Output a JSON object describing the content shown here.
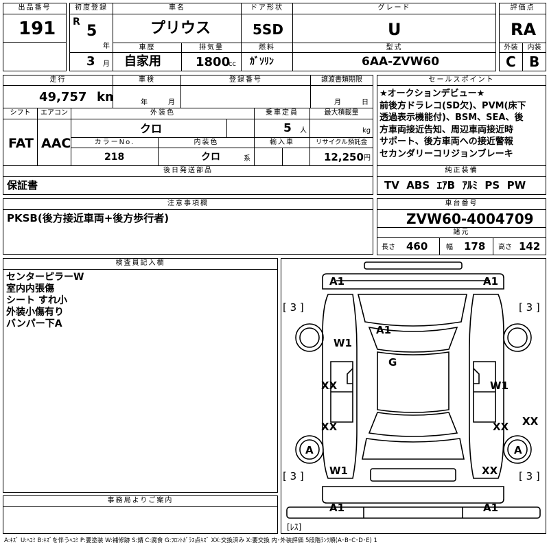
{
  "lot": {
    "label": "出品番号",
    "value": "191"
  },
  "first_reg": {
    "label": "初度登録",
    "era": "R",
    "year": "5",
    "year_unit": "年",
    "month": "3",
    "month_unit": "月"
  },
  "car_name": {
    "label": "車名",
    "value": "プリウス"
  },
  "door": {
    "label": "ドア形状",
    "value": "5SD"
  },
  "grade": {
    "label": "グレード",
    "value": "U"
  },
  "score": {
    "label": "評価点",
    "value": "RA"
  },
  "history": {
    "label": "車歴",
    "value": "自家用"
  },
  "displacement": {
    "label": "排気量",
    "value": "1800",
    "unit": "cc"
  },
  "fuel": {
    "label": "燃料",
    "value": "ｶﾞｿﾘﾝ"
  },
  "model": {
    "label": "型式",
    "value": "6AA-ZVW60"
  },
  "exterior_score": {
    "label": "外装",
    "value": "C"
  },
  "interior_score": {
    "label": "内装",
    "value": "B"
  },
  "mileage": {
    "label": "走行",
    "value": "49,757",
    "unit": "km"
  },
  "inspection": {
    "label": "車検",
    "year_unit": "年",
    "month_unit": "月"
  },
  "reg_no": {
    "label": "登録番号"
  },
  "transfer_doc": {
    "label": "譲渡書類期限",
    "month_unit": "月",
    "day_unit": "日"
  },
  "sales_points": {
    "label": "セールスポイント",
    "lines": [
      "★オークションデビュー★",
      "前後方ドラレコ(SD欠)、PVM(床下",
      "透過表示機能付)、BSM、SEA、後",
      "方車両接近告知、周辺車両接近時",
      "サポート、後方車両への接近警報",
      "セカンダリーコリジョンブレーキ"
    ]
  },
  "shift": {
    "label": "シフト",
    "value": "FAT"
  },
  "aircon": {
    "label": "エアコン",
    "value": "AAC"
  },
  "ext_color": {
    "label": "外装色",
    "value": "クロ"
  },
  "capacity": {
    "label": "乗車定員",
    "value": "5",
    "unit": "人"
  },
  "max_load": {
    "label": "最大積載量",
    "unit": "kg"
  },
  "color_no": {
    "label": "カラーNo.",
    "value": "218"
  },
  "int_color": {
    "label": "内装色",
    "value": "クロ",
    "unit": "系"
  },
  "import": {
    "label": "輸入車"
  },
  "recycle": {
    "label": "リサイクル預託金",
    "value": "12,250",
    "unit": "円"
  },
  "later_parts": {
    "label": "後日発送部品",
    "value": "保証書"
  },
  "equipment": {
    "label": "純正装備",
    "value": "TV  ABS  ｴｱB  ｱﾙﾐ  PS  PW"
  },
  "caution": {
    "label": "注意事項欄",
    "value": "PKSB(後方接近車両+後方歩行者)"
  },
  "chassis": {
    "label": "車台番号",
    "value": "ZVW60-4004709"
  },
  "dims": {
    "label": "諸元",
    "length_label": "長さ",
    "length": "460",
    "width_label": "幅",
    "width": "178",
    "height_label": "高さ",
    "height": "142"
  },
  "inspector": {
    "label": "検査員記入欄",
    "lines": [
      "センターピラーW",
      "室内内張傷",
      "シート すれ小",
      "外装小傷有り",
      "バンパー下A"
    ]
  },
  "office": {
    "label": "事務局よりご案内"
  },
  "legend": "A:ｷｽﾞ U:ﾍｺﾐ B:ｷｽﾞを伴うﾍｺﾐ P:要塗装 W:補修跡 S:錆 C:腐食 G:ﾌﾛﾝﾄｶﾞﾗｽ点ｷｽﾞ XX:交換済み X:要交換  内･外装評価  5段階ﾗﾝｸ順(A･B･C･D･E) 1",
  "diagram": {
    "marks": {
      "a1_tl": "A1",
      "a1_tr": "A1",
      "br3_l": "[ 3 ]",
      "br3_r": "[ 3 ]",
      "a1_center": "A1",
      "w1_l": "W1",
      "g": "G",
      "xx_l1": "XX",
      "w1_r": "W1",
      "xx_l2": "XX",
      "xx_r2": "XX",
      "xx_edge": "XX",
      "a_l": "A",
      "a_r": "A",
      "br3_bl": "[ 3 ]",
      "w1_bl": "W1",
      "xx_br": "XX",
      "br3_br": "[ 3 ]",
      "a1_bl": "A1",
      "a1_br": "A1",
      "less": "[ﾚｽ]"
    }
  }
}
